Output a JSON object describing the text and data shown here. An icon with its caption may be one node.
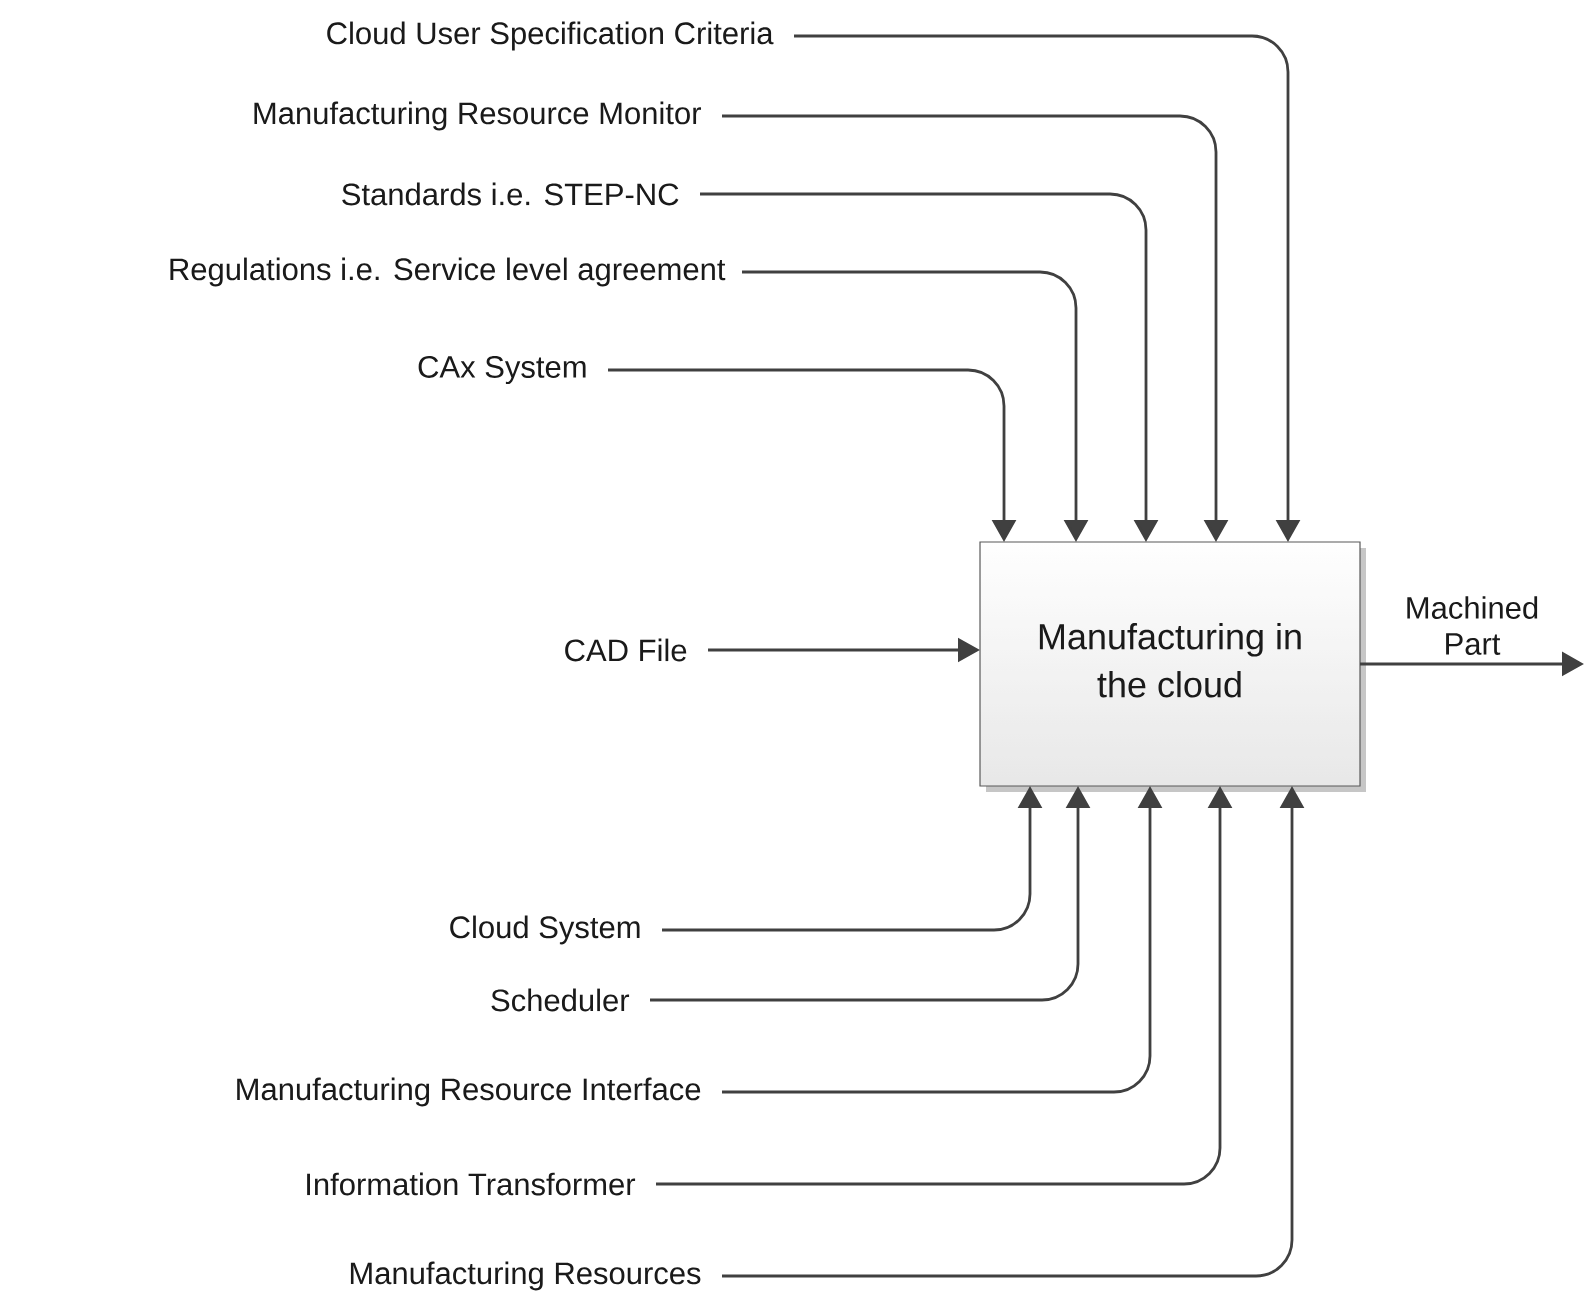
{
  "diagram": {
    "nodes": [
      {
        "text": [
          "Cloud User Specification Criteria"
        ]
      },
      {
        "text": [
          "Manufacturing Resource Monitor"
        ]
      },
      {
        "text": [
          "Standards i.e. STEP-NC"
        ]
      },
      {
        "text": [
          "Regulations i.e. Service level agreement"
        ]
      },
      {
        "text": [
          "CAx System"
        ]
      },
      {
        "text": [
          "CAD File"
        ]
      },
      {
        "text": [
          "Manufacturing in the cloud"
        ]
      },
      {
        "text": [
          "Cloud System"
        ]
      },
      {
        "text": [
          "Scheduler"
        ]
      },
      {
        "text": [
          "Manufacturing Resource  Interface"
        ]
      },
      {
        "text": [
          "Information Transformer"
        ]
      },
      {
        "text": [
          "Manufacturing Resources"
        ]
      }
    ],
    "edges": [
      {
        "from": 0,
        "to": 6,
        "arrow": "to"
      },
      {
        "from": 1,
        "to": 6,
        "arrow": "to"
      },
      {
        "from": 2,
        "to": 6,
        "arrow": "to"
      },
      {
        "from": 3,
        "to": 6,
        "arrow": "to"
      },
      {
        "from": 4,
        "to": 6,
        "arrow": "to"
      },
      {
        "from": 5,
        "to": 6,
        "arrow": "to"
      },
      {
        "from": 7,
        "to": 6,
        "arrow": "to"
      },
      {
        "from": 8,
        "to": 6,
        "arrow": "to"
      },
      {
        "from": 9,
        "to": 6,
        "arrow": "to"
      },
      {
        "from": 10,
        "to": 6,
        "arrow": "to"
      },
      {
        "from": 11,
        "to": 6,
        "arrow": "to"
      },
      {
        "from": 6,
        "to": null,
        "arrow": "to",
        "label": "Machined Part"
      }
    ]
  }
}
